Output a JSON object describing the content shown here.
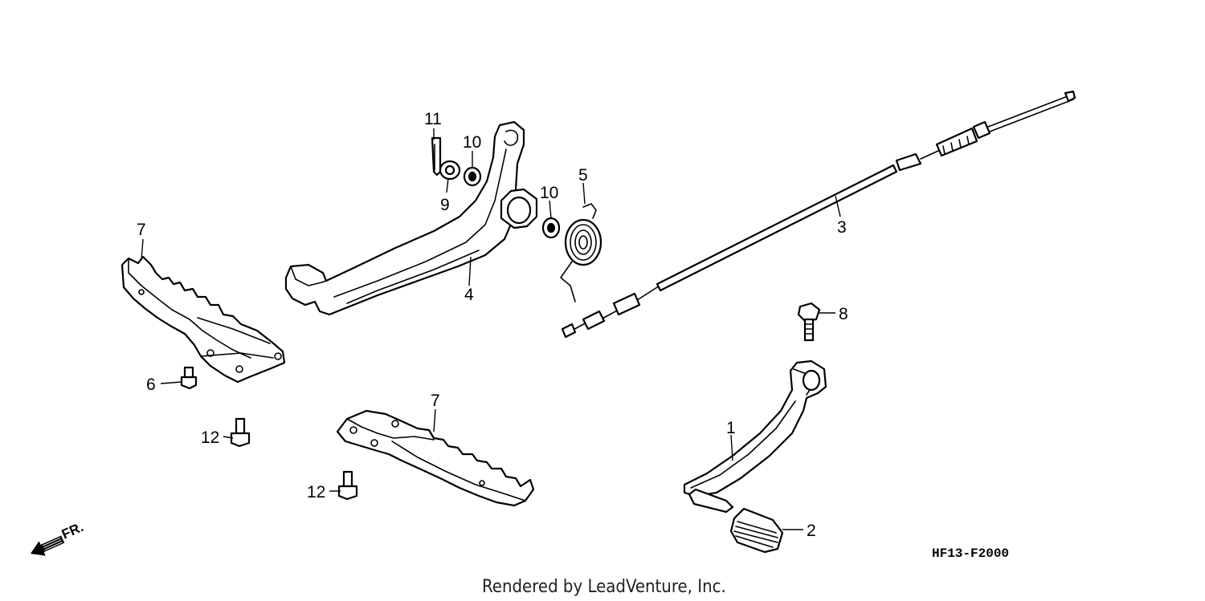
{
  "diagram": {
    "code": "HF13-F2000",
    "credit": "Rendered by LeadVenture, Inc.",
    "direction": "FR.",
    "callouts": {
      "c1": "1",
      "c2": "2",
      "c3": "3",
      "c4": "4",
      "c5": "5",
      "c6": "6",
      "c7a": "7",
      "c7b": "7",
      "c8": "8",
      "c9": "9",
      "c10a": "10",
      "c10b": "10",
      "c11": "11",
      "c12a": "12",
      "c12b": "12"
    }
  }
}
